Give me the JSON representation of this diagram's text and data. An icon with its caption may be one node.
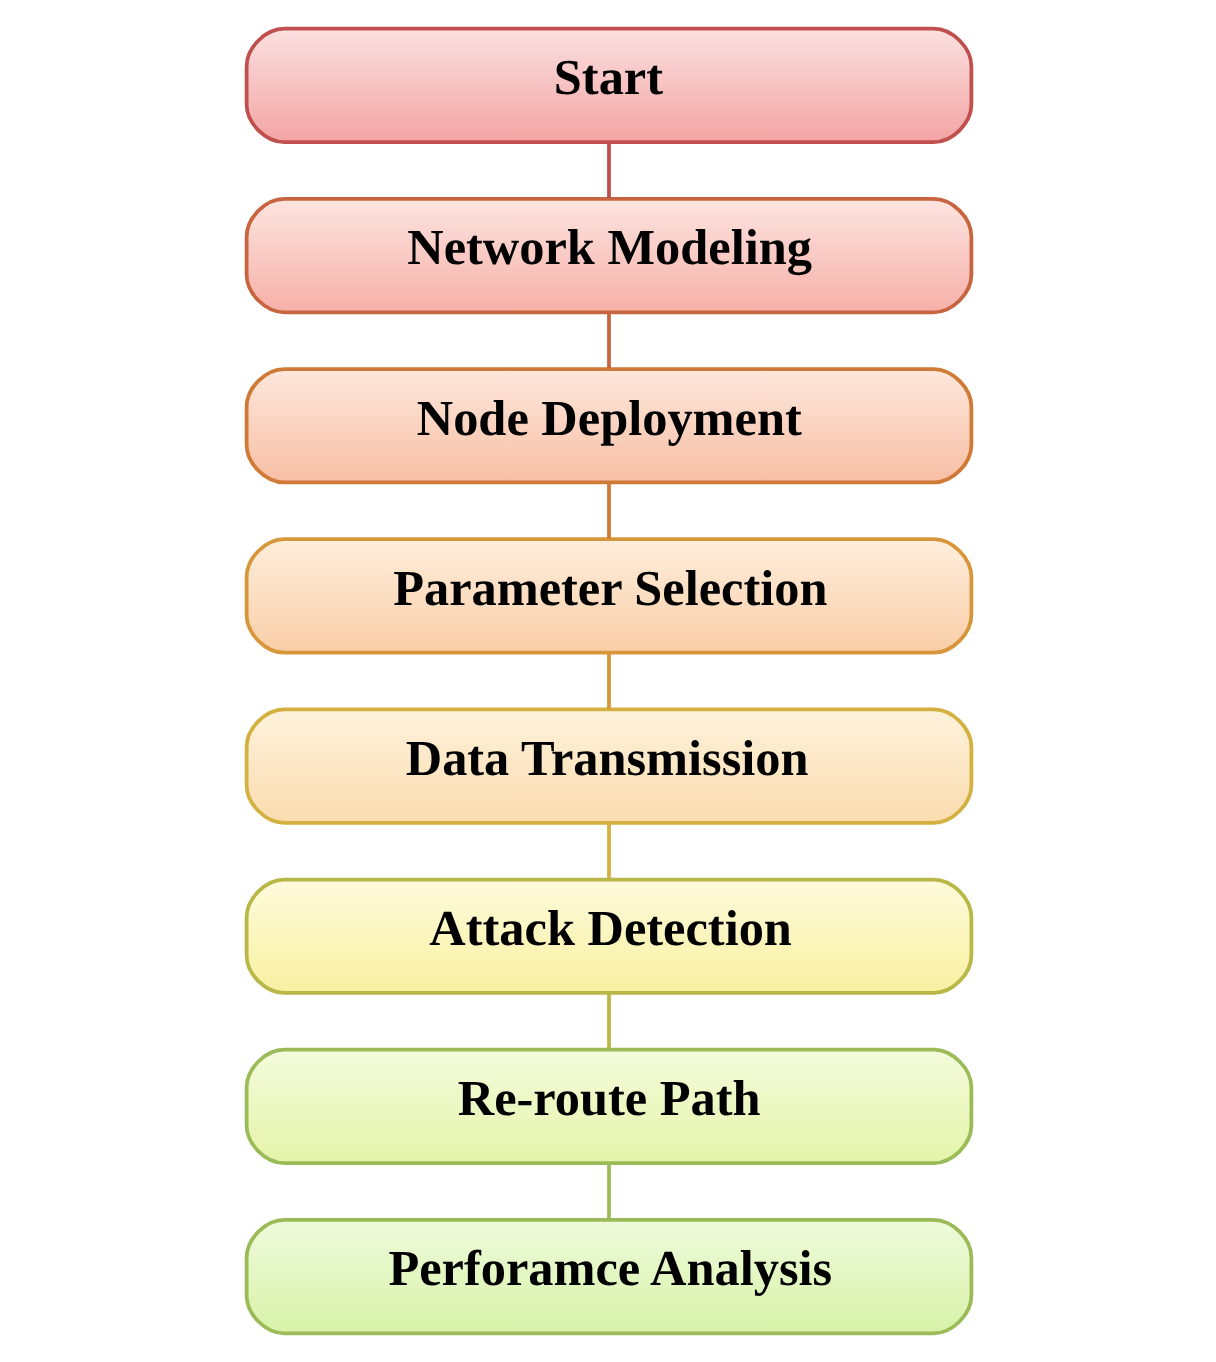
{
  "diagram": {
    "nodes": [
      {
        "text": [
          "Start"
        ]
      },
      {
        "text": [
          "Network Modeling"
        ]
      },
      {
        "text": [
          "Node Deployment"
        ]
      },
      {
        "text": [
          "Parameter Selection"
        ]
      },
      {
        "text": [
          "Data Transmission"
        ]
      },
      {
        "text": [
          "Attack Detection"
        ]
      },
      {
        "text": [
          "Re-route Path"
        ]
      },
      {
        "text": [
          "Perforamce Analysis"
        ]
      }
    ],
    "edges": [
      {
        "from": 0,
        "to": 1,
        "arrow": "none",
        "color": "#c0504d"
      },
      {
        "from": 1,
        "to": 2,
        "arrow": "none",
        "color": "#c8643f"
      },
      {
        "from": 2,
        "to": 3,
        "arrow": "none",
        "color": "#d07a38"
      },
      {
        "from": 3,
        "to": 4,
        "arrow": "none",
        "color": "#d8963a"
      },
      {
        "from": 4,
        "to": 5,
        "arrow": "none",
        "color": "#d4b040"
      },
      {
        "from": 5,
        "to": 6,
        "arrow": "none",
        "color": "#b8b848"
      },
      {
        "from": 6,
        "to": 7,
        "arrow": "none",
        "color": "#9bbb59"
      }
    ]
  }
}
